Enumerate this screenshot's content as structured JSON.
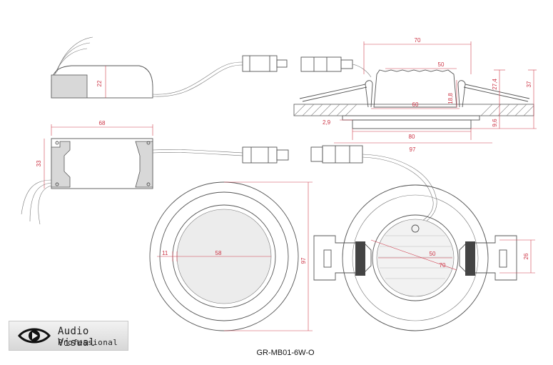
{
  "dimensions": {
    "driver_top_height": "22",
    "driver_width": "68",
    "driver_height": "33",
    "lamp_width_top": "70",
    "lamp_inner": "50",
    "lamp_height_a": "27,4",
    "lamp_height_total": "37",
    "lamp_clip": "18,8",
    "lamp_base": "60",
    "lamp_flange_gap": "2,9",
    "lamp_flange_h": "9,6",
    "lamp_flange_w": "80",
    "lamp_cutout": "97",
    "front_rim": "11",
    "front_lens": "58",
    "front_outer": "97",
    "back_inner": "50",
    "back_diag": "70",
    "back_clip": "26"
  },
  "logo": {
    "line1": "Audio Visual",
    "line2": "Professional"
  },
  "model": "GR-MB01-6W-O"
}
